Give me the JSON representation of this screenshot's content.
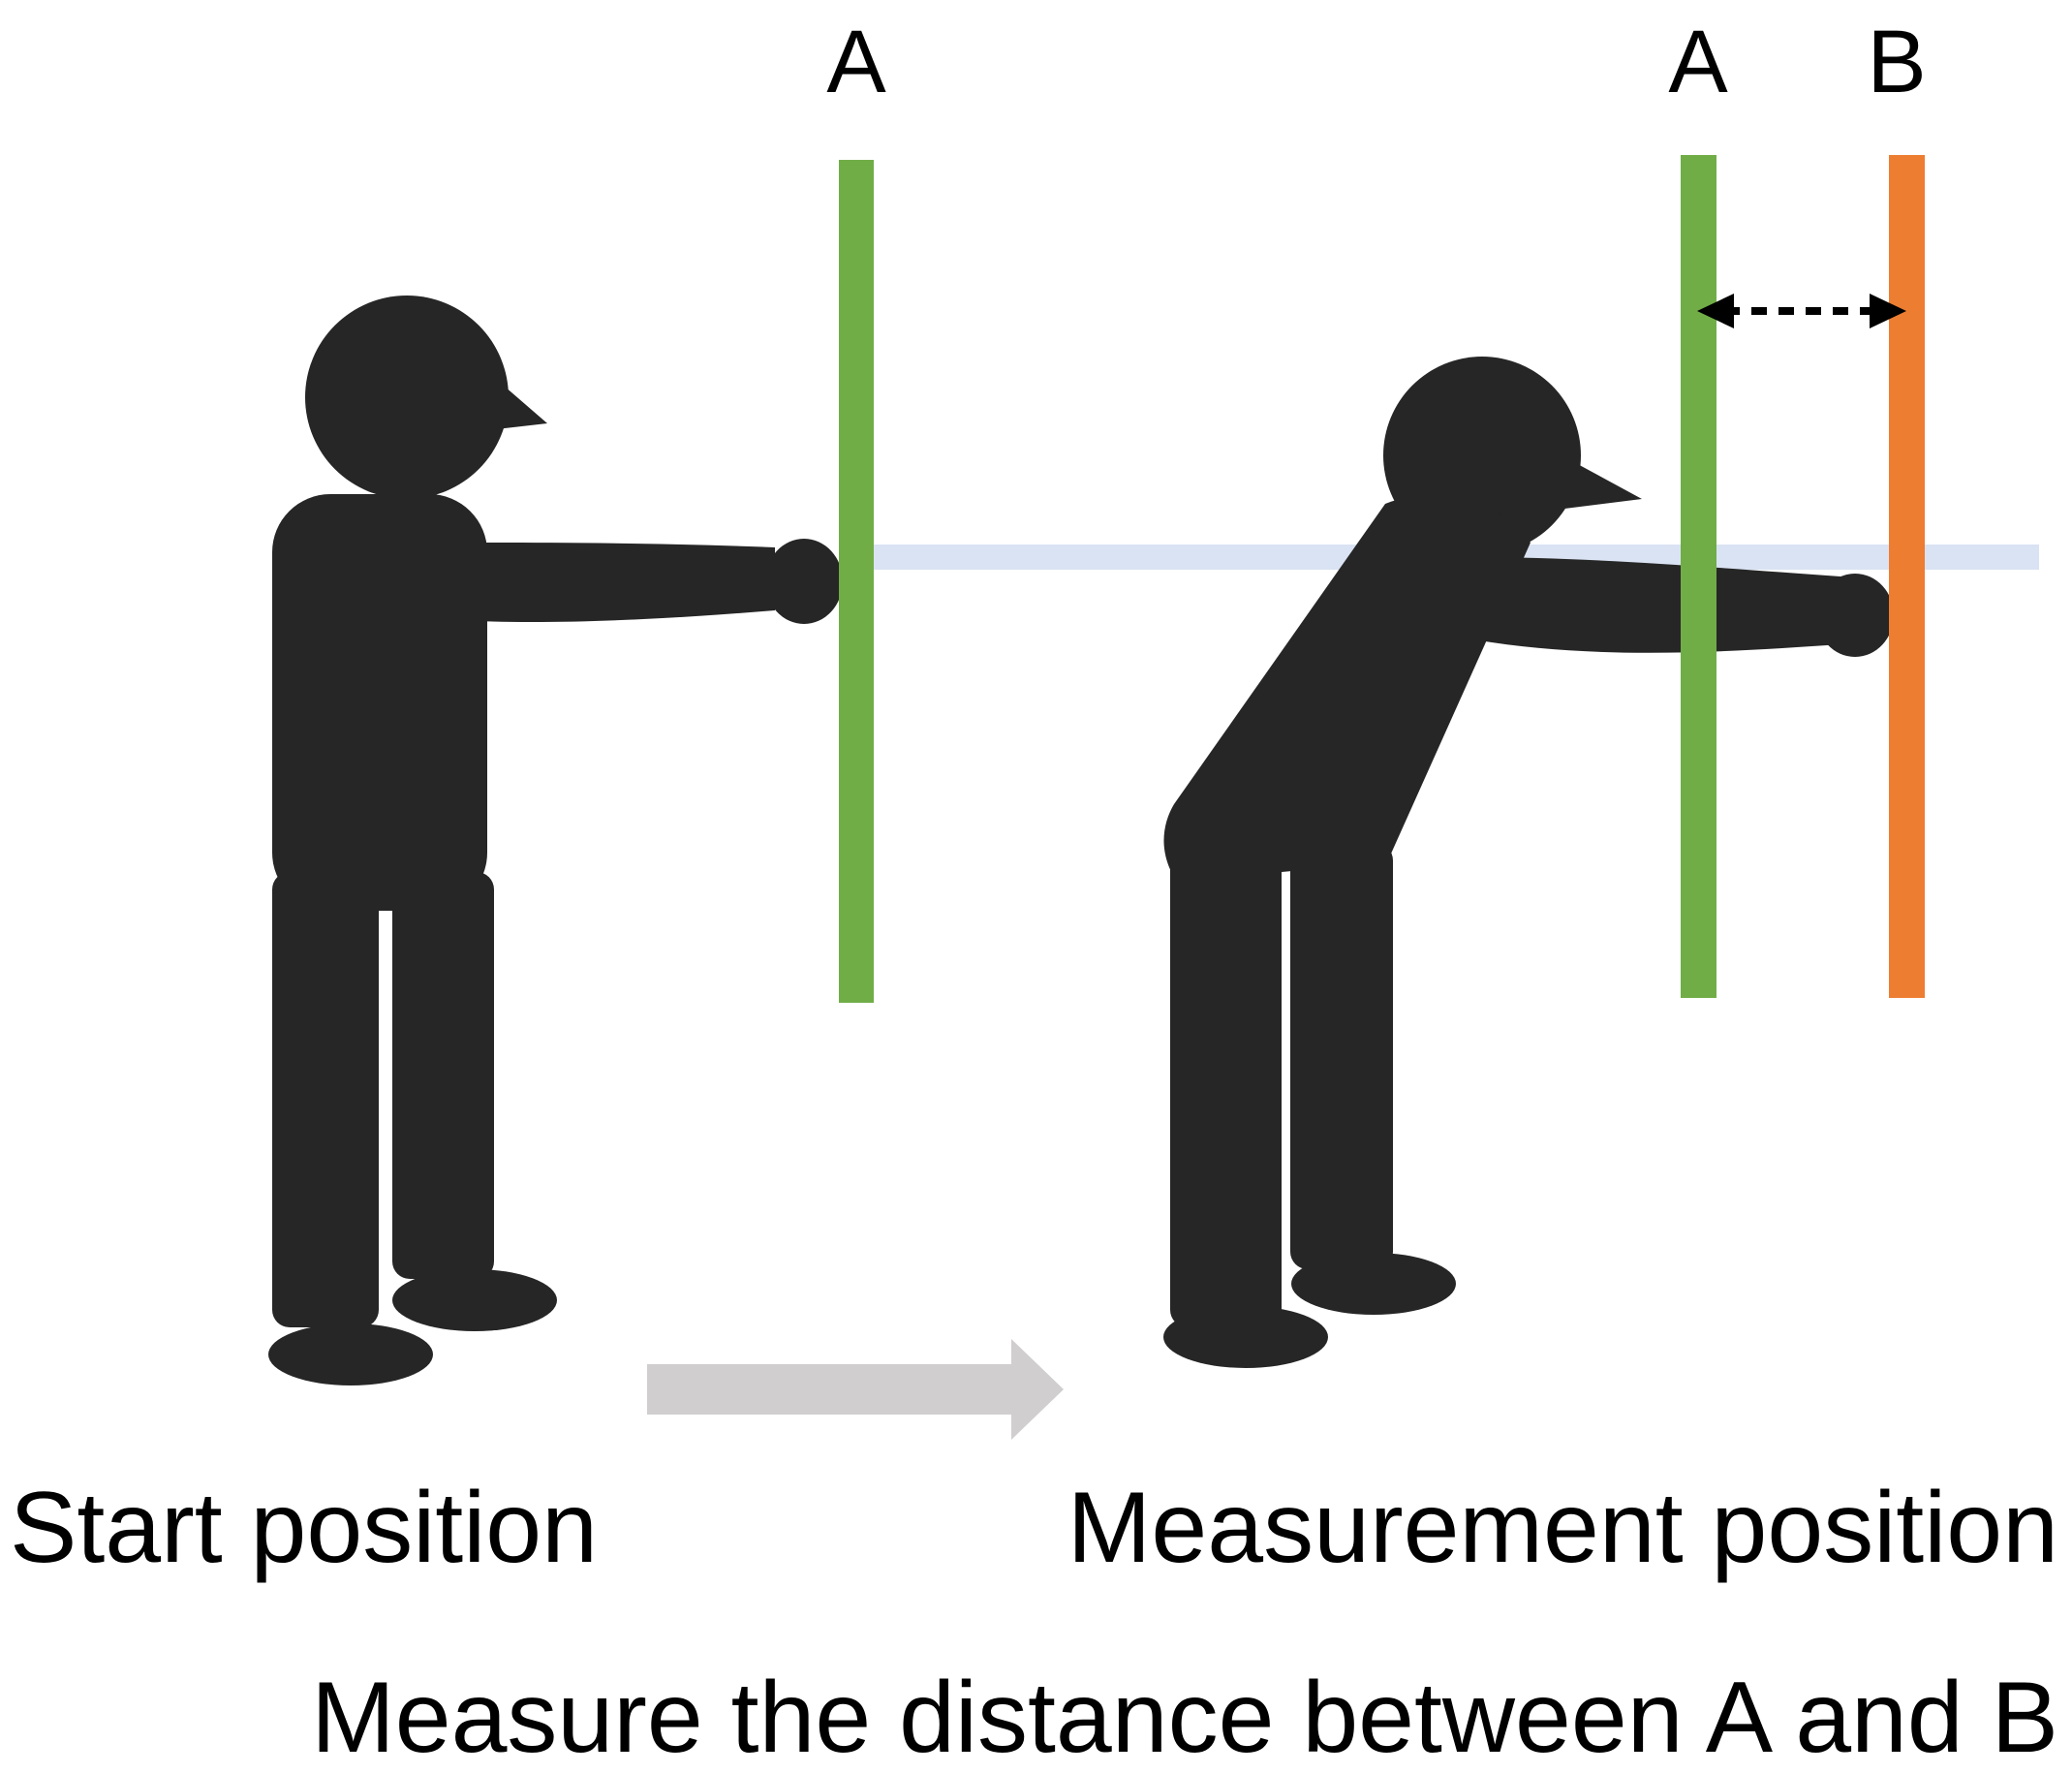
{
  "labels": {
    "a_start": "A",
    "a_measure": "A",
    "b_measure": "B",
    "start_caption": "Start position",
    "measure_caption": "Measurement position",
    "instruction": "Measure the distance between A and B"
  },
  "colors": {
    "silhouette": "#262626",
    "marker_a": "#70AD47",
    "marker_b": "#ED7D31",
    "reach_line": "#DAE3F3",
    "transition_arrow": "#D0CECE",
    "distance_arrow": "#000000"
  }
}
